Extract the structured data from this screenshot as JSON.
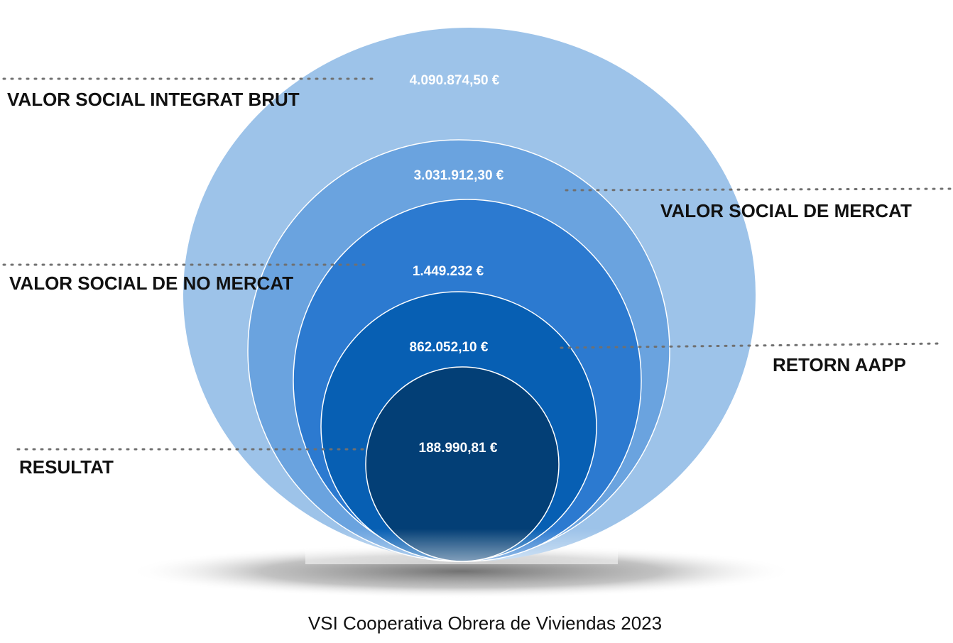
{
  "levels": [
    {
      "label": "VALOR SOCIAL INTEGRAT BRUT",
      "value": "4.090.874,50 €",
      "color": "#9dc3e9"
    },
    {
      "label": "VALOR SOCIAL DE MERCAT",
      "value": "3.031.912,30 €",
      "color": "#6aa3df"
    },
    {
      "label": "VALOR SOCIAL DE NO MERCAT",
      "value": "1.449.232 €",
      "color": "#2c7ad0"
    },
    {
      "label": "RETORN AAPP",
      "value": "862.052,10 €",
      "color": "#075fb3"
    },
    {
      "label": "RESULTAT",
      "value": "188.990,81 €",
      "color": "#033f76"
    }
  ],
  "caption": "VSI Cooperativa Obrera de Viviendas 2023"
}
